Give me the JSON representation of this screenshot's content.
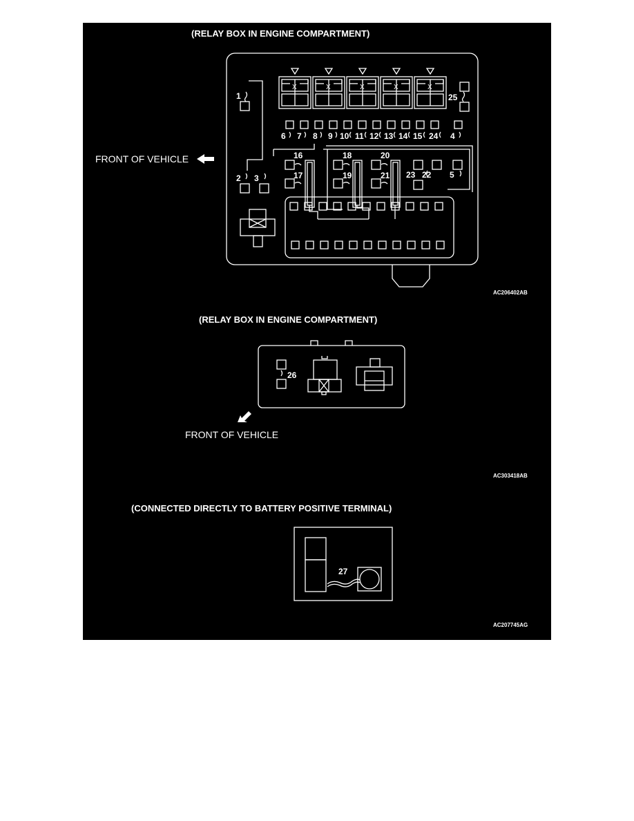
{
  "figure_1": {
    "caption": "(RELAY BOX IN ENGINE COMPARTMENT)",
    "front_label": "FRONT OF VEHICLE",
    "code": "AC206402AB",
    "top_numbers": [
      "6",
      "7",
      "8",
      "9",
      "10",
      "11",
      "12",
      "13",
      "14",
      "15",
      "24",
      "4"
    ],
    "labels": {
      "n1": "1",
      "n2": "2",
      "n3": "3",
      "n5": "5",
      "n16": "16",
      "n17": "17",
      "n18": "18",
      "n19": "19",
      "n20": "20",
      "n21": "21",
      "n22": "22",
      "n23": "23",
      "n25": "25"
    }
  },
  "figure_2": {
    "caption": "(RELAY BOX IN ENGINE COMPARTMENT)",
    "front_label": "FRONT OF VEHICLE",
    "code": "AC303418AB",
    "label": "26"
  },
  "figure_3": {
    "caption": "(CONNECTED DIRECTLY TO BATTERY POSITIVE TERMINAL)",
    "code": "AC207745AG",
    "label": "27"
  },
  "colors": {
    "background": "#000000",
    "line": "#ffffff",
    "page": "#ffffff"
  }
}
